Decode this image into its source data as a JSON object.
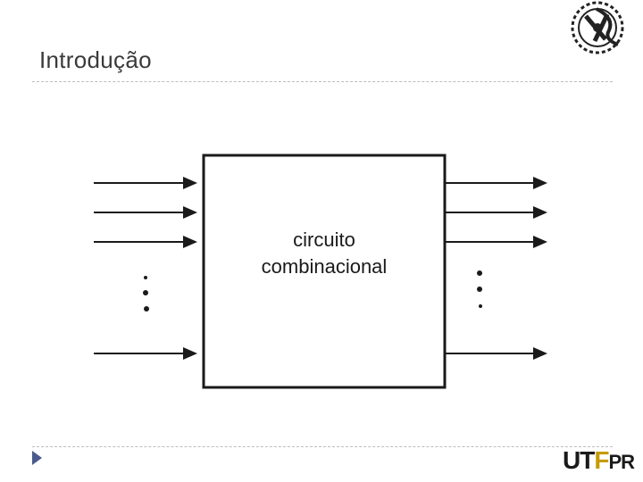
{
  "slide": {
    "title": "Introdução"
  },
  "diagram": {
    "block_label_line1": "circuito",
    "block_label_line2": "combinacional"
  },
  "branding": {
    "logo_text_prefix": "UT",
    "logo_text_accent": "F",
    "logo_text_suffix": "PR",
    "seal_icon": "gear-seal-icon",
    "logo_icon": "utfpr-logo"
  },
  "colors": {
    "line": "#1a1a1a",
    "accent_logo": "#c79a00",
    "nav_arrow": "#4a5b8c"
  }
}
